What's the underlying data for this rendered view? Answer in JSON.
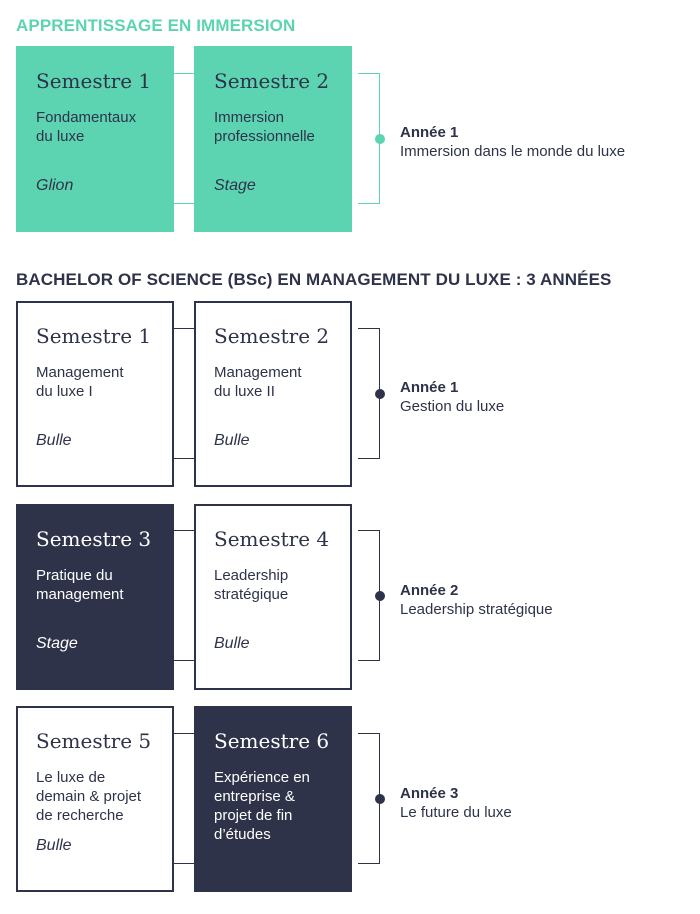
{
  "immersion": {
    "title": "APPRENTISSAGE EN IMMERSION",
    "cards": [
      {
        "semester": "Semestre 1",
        "course": "Fondamentaux\ndu luxe",
        "location": "Glion"
      },
      {
        "semester": "Semestre 2",
        "course": "Immersion\nprofessionnelle",
        "location": "Stage"
      }
    ],
    "year": {
      "label": "Année 1",
      "desc": "Immersion dans le monde du luxe"
    }
  },
  "bsc": {
    "title": "BACHELOR OF SCIENCE (BSc) EN MANAGEMENT DU LUXE : 3 ANNÉES",
    "rows": [
      {
        "cards": [
          {
            "semester": "Semestre 1",
            "course": "Management\ndu luxe I",
            "location": "Bulle"
          },
          {
            "semester": "Semestre 2",
            "course": "Management\ndu luxe II",
            "location": "Bulle"
          }
        ],
        "year": {
          "label": "Année 1",
          "desc": "Gestion du luxe"
        }
      },
      {
        "cards": [
          {
            "semester": "Semestre 3",
            "course": "Pratique du\nmanagement",
            "location": "Stage"
          },
          {
            "semester": "Semestre 4",
            "course": "Leadership\nstratégique",
            "location": "Bulle"
          }
        ],
        "year": {
          "label": "Année 2",
          "desc": "Leadership stratégique"
        }
      },
      {
        "cards": [
          {
            "semester": "Semestre 5",
            "course": "Le luxe de\ndemain & projet\nde recherche",
            "location": "Bulle"
          },
          {
            "semester": "Semestre 6",
            "course": "Expérience en\nentreprise &\nprojet de fin\nd’études",
            "location": ""
          }
        ],
        "year": {
          "label": "Année 3",
          "desc": "Le future du luxe"
        }
      }
    ]
  },
  "colors": {
    "teal": "#5dd4b1",
    "navy": "#2e3349",
    "white": "#ffffff"
  }
}
